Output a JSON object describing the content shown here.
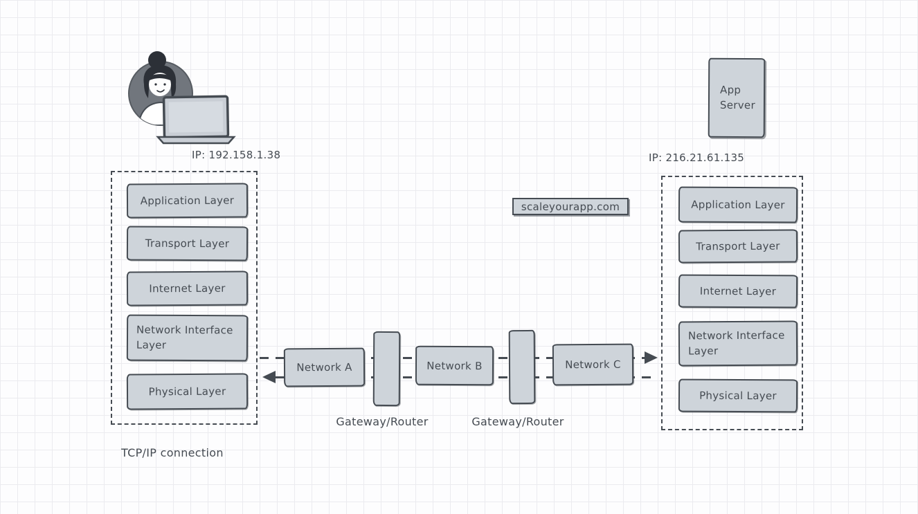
{
  "client": {
    "ip_label": "IP: 192.158.1.38"
  },
  "server": {
    "name": "App Server",
    "ip_label": "IP: 216.21.61.135"
  },
  "stacks": {
    "left": {
      "layers": [
        "Application Layer",
        "Transport Layer",
        "Internet Layer",
        "Network Interface Layer",
        "Physical Layer"
      ]
    },
    "right": {
      "layers": [
        "Application Layer",
        "Transport Layer",
        "Internet Layer",
        "Network Interface Layer",
        "Physical Layer"
      ]
    }
  },
  "middle": {
    "networks": [
      "Network A",
      "Network B",
      "Network C"
    ],
    "gateways": [
      "Gateway/Router",
      "Gateway/Router"
    ]
  },
  "site_label": "scaleyourapp.com",
  "connection_label": "TCP/IP connection",
  "colors": {
    "box_fill": "#ced4da",
    "stroke": "#454b52",
    "grid_line": "#ebebef",
    "avatar_background": "#71767d"
  }
}
